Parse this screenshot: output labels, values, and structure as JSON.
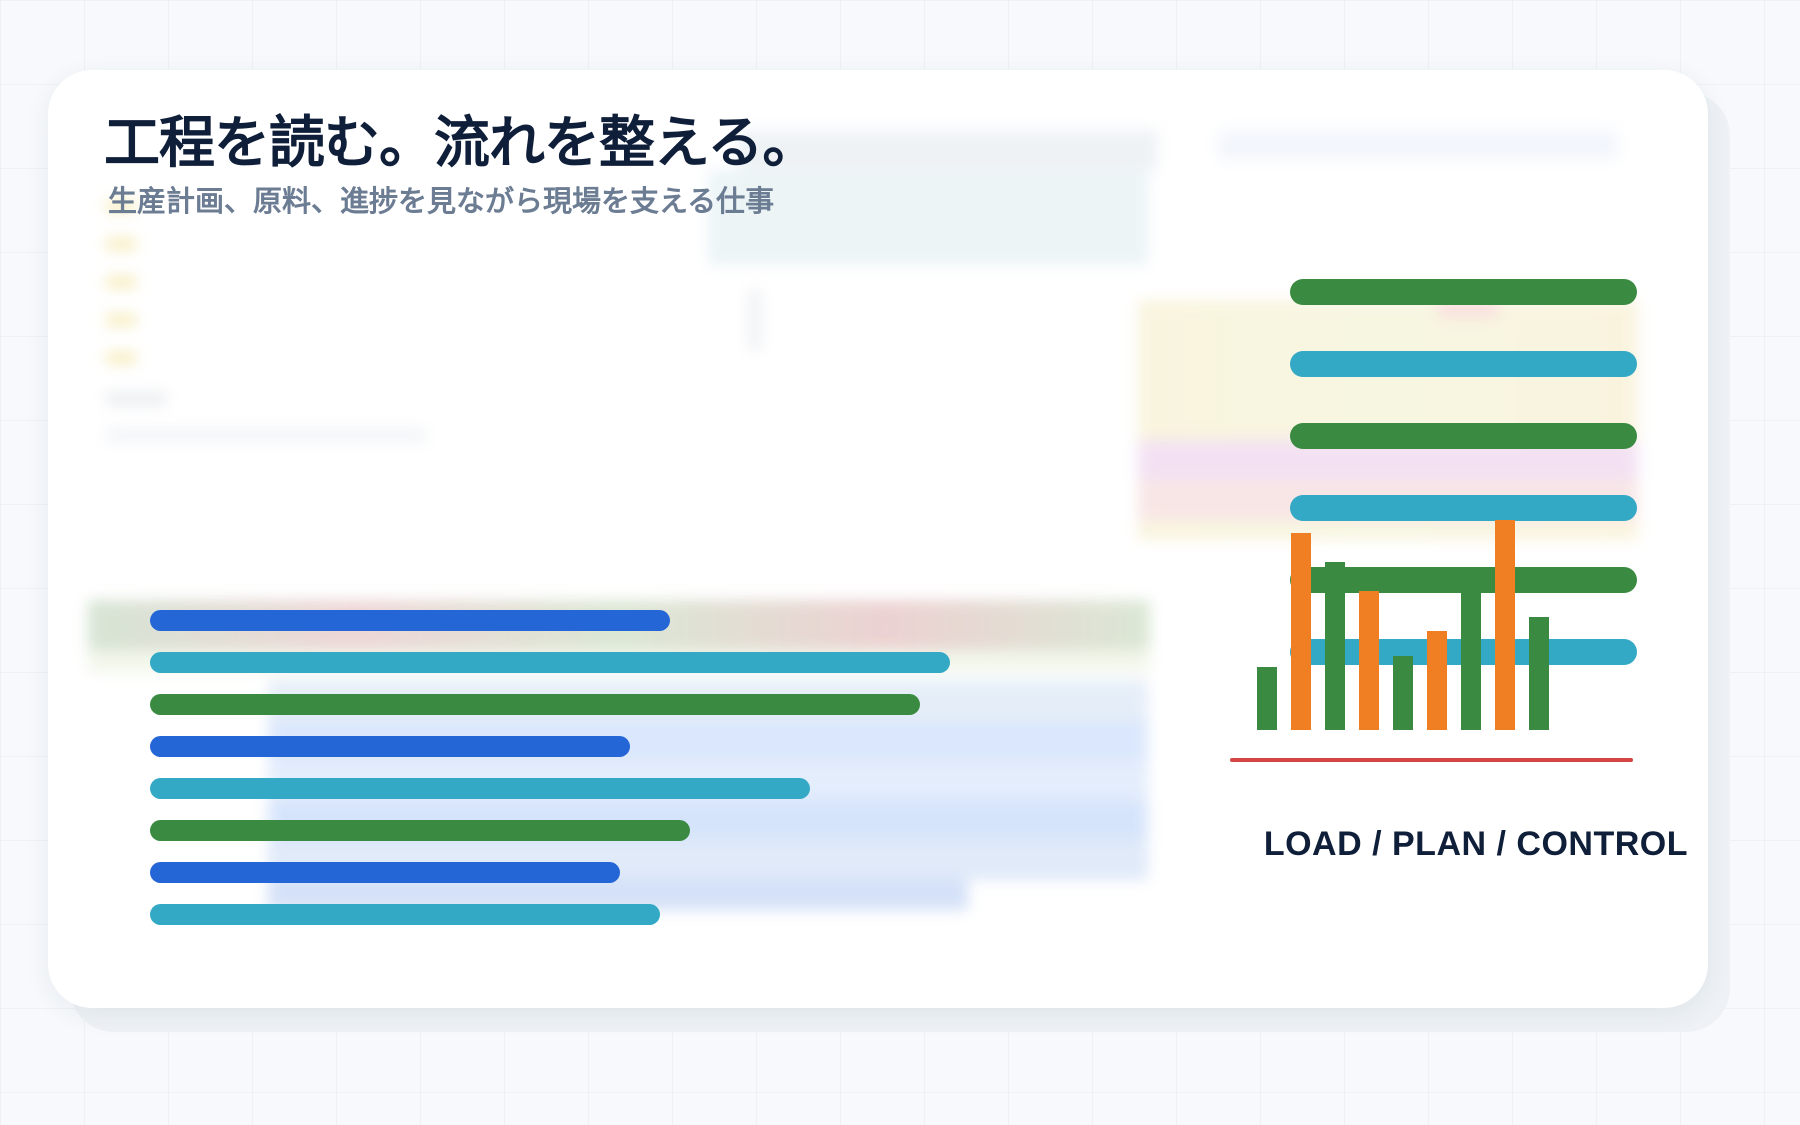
{
  "header": {
    "title": "工程を読む。流れを整える。",
    "subtitle": "生産計画、原料、進捗を見ながら現場を支える仕事"
  },
  "palette": {
    "blue": "#2466d6",
    "teal": "#33a9c6",
    "green": "#3a8b41",
    "orange": "#ef7f22",
    "red": "#d64545",
    "ink": "#0f1f3a",
    "muted": "#6b7c93"
  },
  "progress_bars": [
    {
      "color": "blue",
      "fill": 0.52
    },
    {
      "color": "teal",
      "fill": 0.8
    },
    {
      "color": "green",
      "fill": 0.77
    },
    {
      "color": "blue",
      "fill": 0.48
    },
    {
      "color": "teal",
      "fill": 0.66
    },
    {
      "color": "green",
      "fill": 0.54
    },
    {
      "color": "blue",
      "fill": 0.47
    },
    {
      "color": "teal",
      "fill": 0.51
    }
  ],
  "track_lines": [
    "green",
    "teal",
    "green",
    "teal",
    "green",
    "teal"
  ],
  "load_bars": [
    {
      "color": "green",
      "value": 0.3
    },
    {
      "color": "orange",
      "value": 0.94
    },
    {
      "color": "green",
      "value": 0.8
    },
    {
      "color": "orange",
      "value": 0.66
    },
    {
      "color": "green",
      "value": 0.35
    },
    {
      "color": "orange",
      "value": 0.47
    },
    {
      "color": "green",
      "value": 0.7
    },
    {
      "color": "orange",
      "value": 1.0
    },
    {
      "color": "green",
      "value": 0.54
    }
  ],
  "panel_label": "LOAD / PLAN / CONTROL"
}
